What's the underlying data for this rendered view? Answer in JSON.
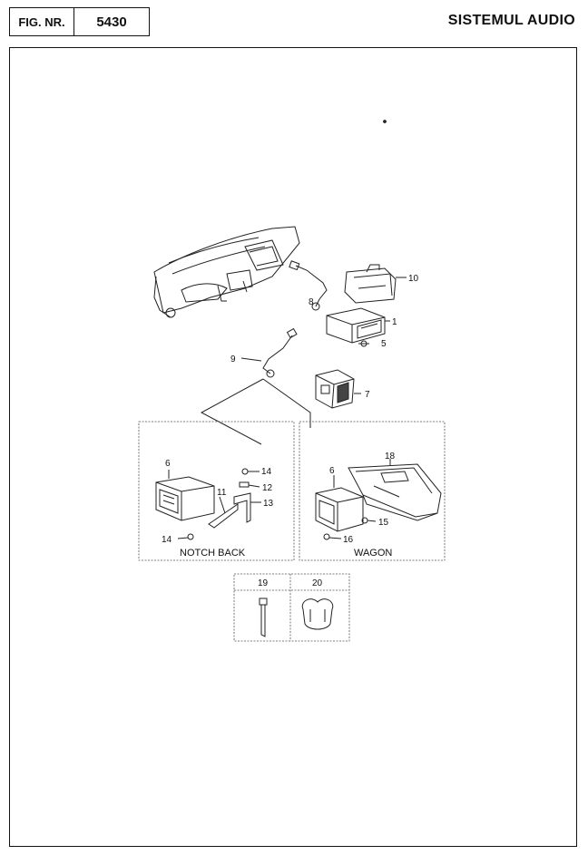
{
  "header": {
    "fig_label": "FIG. NR.",
    "fig_number": "5430",
    "title": "SISTEMUL AUDIO"
  },
  "diagram": {
    "callouts": [
      "1",
      "5",
      "7",
      "8",
      "9",
      "10",
      "6",
      "11",
      "12",
      "13",
      "14",
      "14",
      "6",
      "15",
      "16",
      "18",
      "19",
      "20"
    ],
    "captions": {
      "notch_back": "NOTCH BACK",
      "wagon": "WAGON"
    }
  }
}
